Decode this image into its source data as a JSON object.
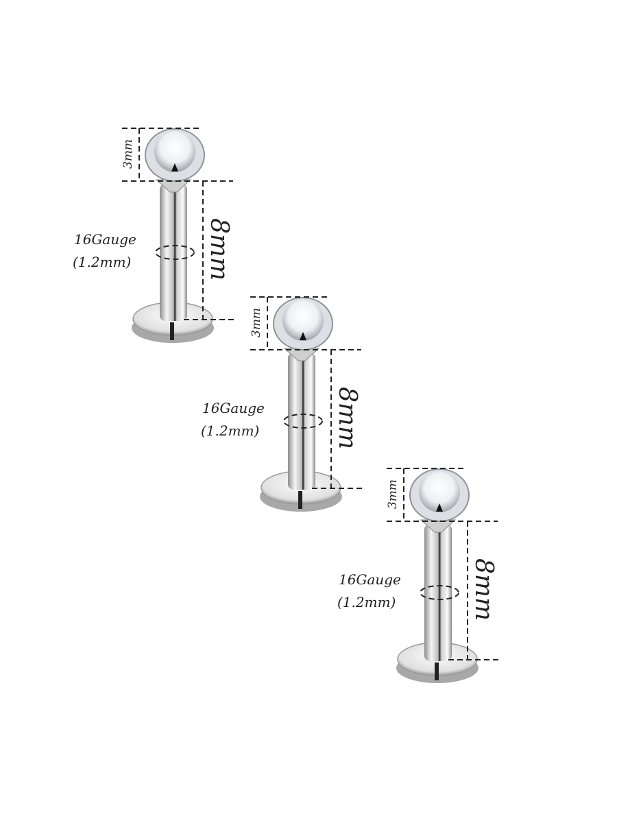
{
  "studs": [
    {
      "head_size": "3mm",
      "post_length": "8mm",
      "gauge": "16Gauge",
      "gauge_mm": "(1.2mm)"
    },
    {
      "head_size": "3mm",
      "post_length": "8mm",
      "gauge": "16Gauge",
      "gauge_mm": "(1.2mm)"
    },
    {
      "head_size": "3mm",
      "post_length": "8mm",
      "gauge": "16Gauge",
      "gauge_mm": "(1.2mm)"
    }
  ],
  "colors": {
    "metal_light": "#f2f2f2",
    "metal_dark": "#9a9a9a",
    "line": "#222222"
  }
}
